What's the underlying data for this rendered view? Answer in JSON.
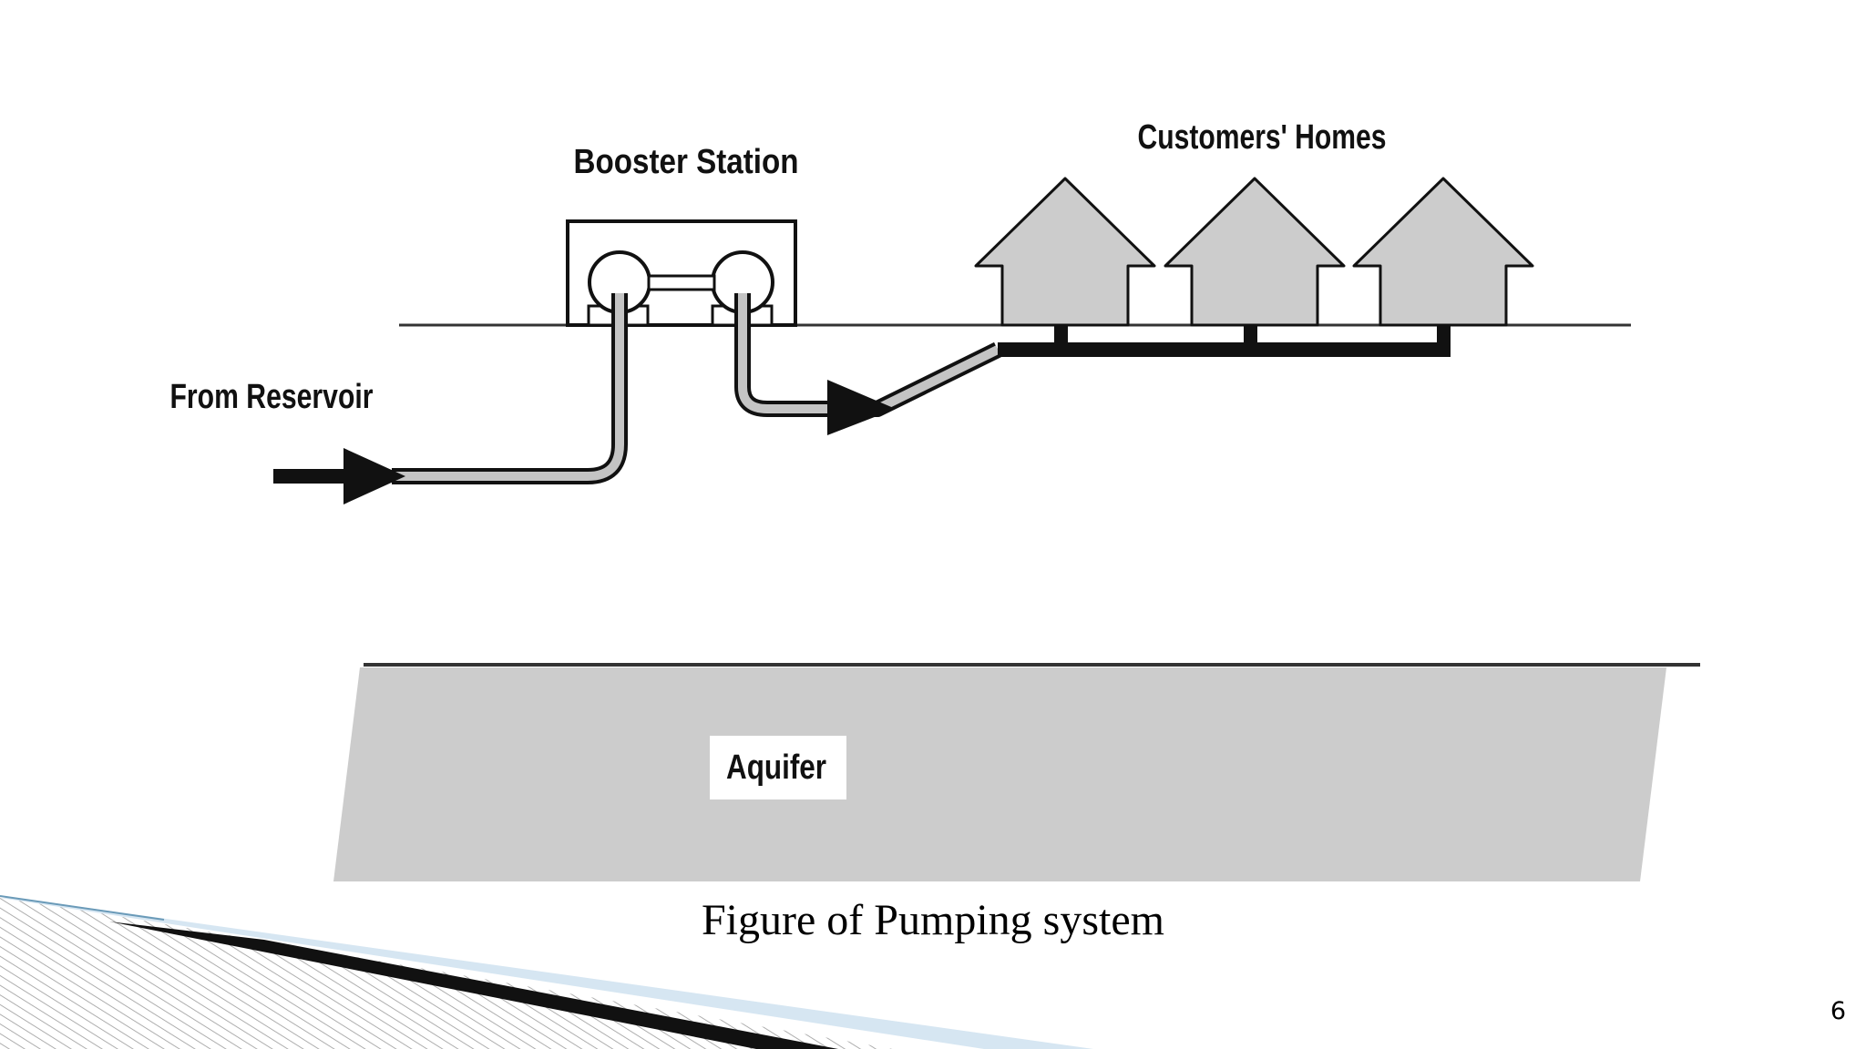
{
  "diagram": {
    "labels": {
      "booster_station": "Booster Station",
      "customers_homes": "Customers' Homes",
      "from_reservoir": "From Reservoir",
      "aquifer": "Aquifer"
    }
  },
  "caption": "Figure of Pumping system",
  "page_number": "6",
  "colors": {
    "house_fill": "#cccccc",
    "aquifer_fill": "#cccccc",
    "pipe_fill": "#bdbdbd",
    "line": "#111111",
    "accent_light_blue": "#d6e6f2"
  }
}
